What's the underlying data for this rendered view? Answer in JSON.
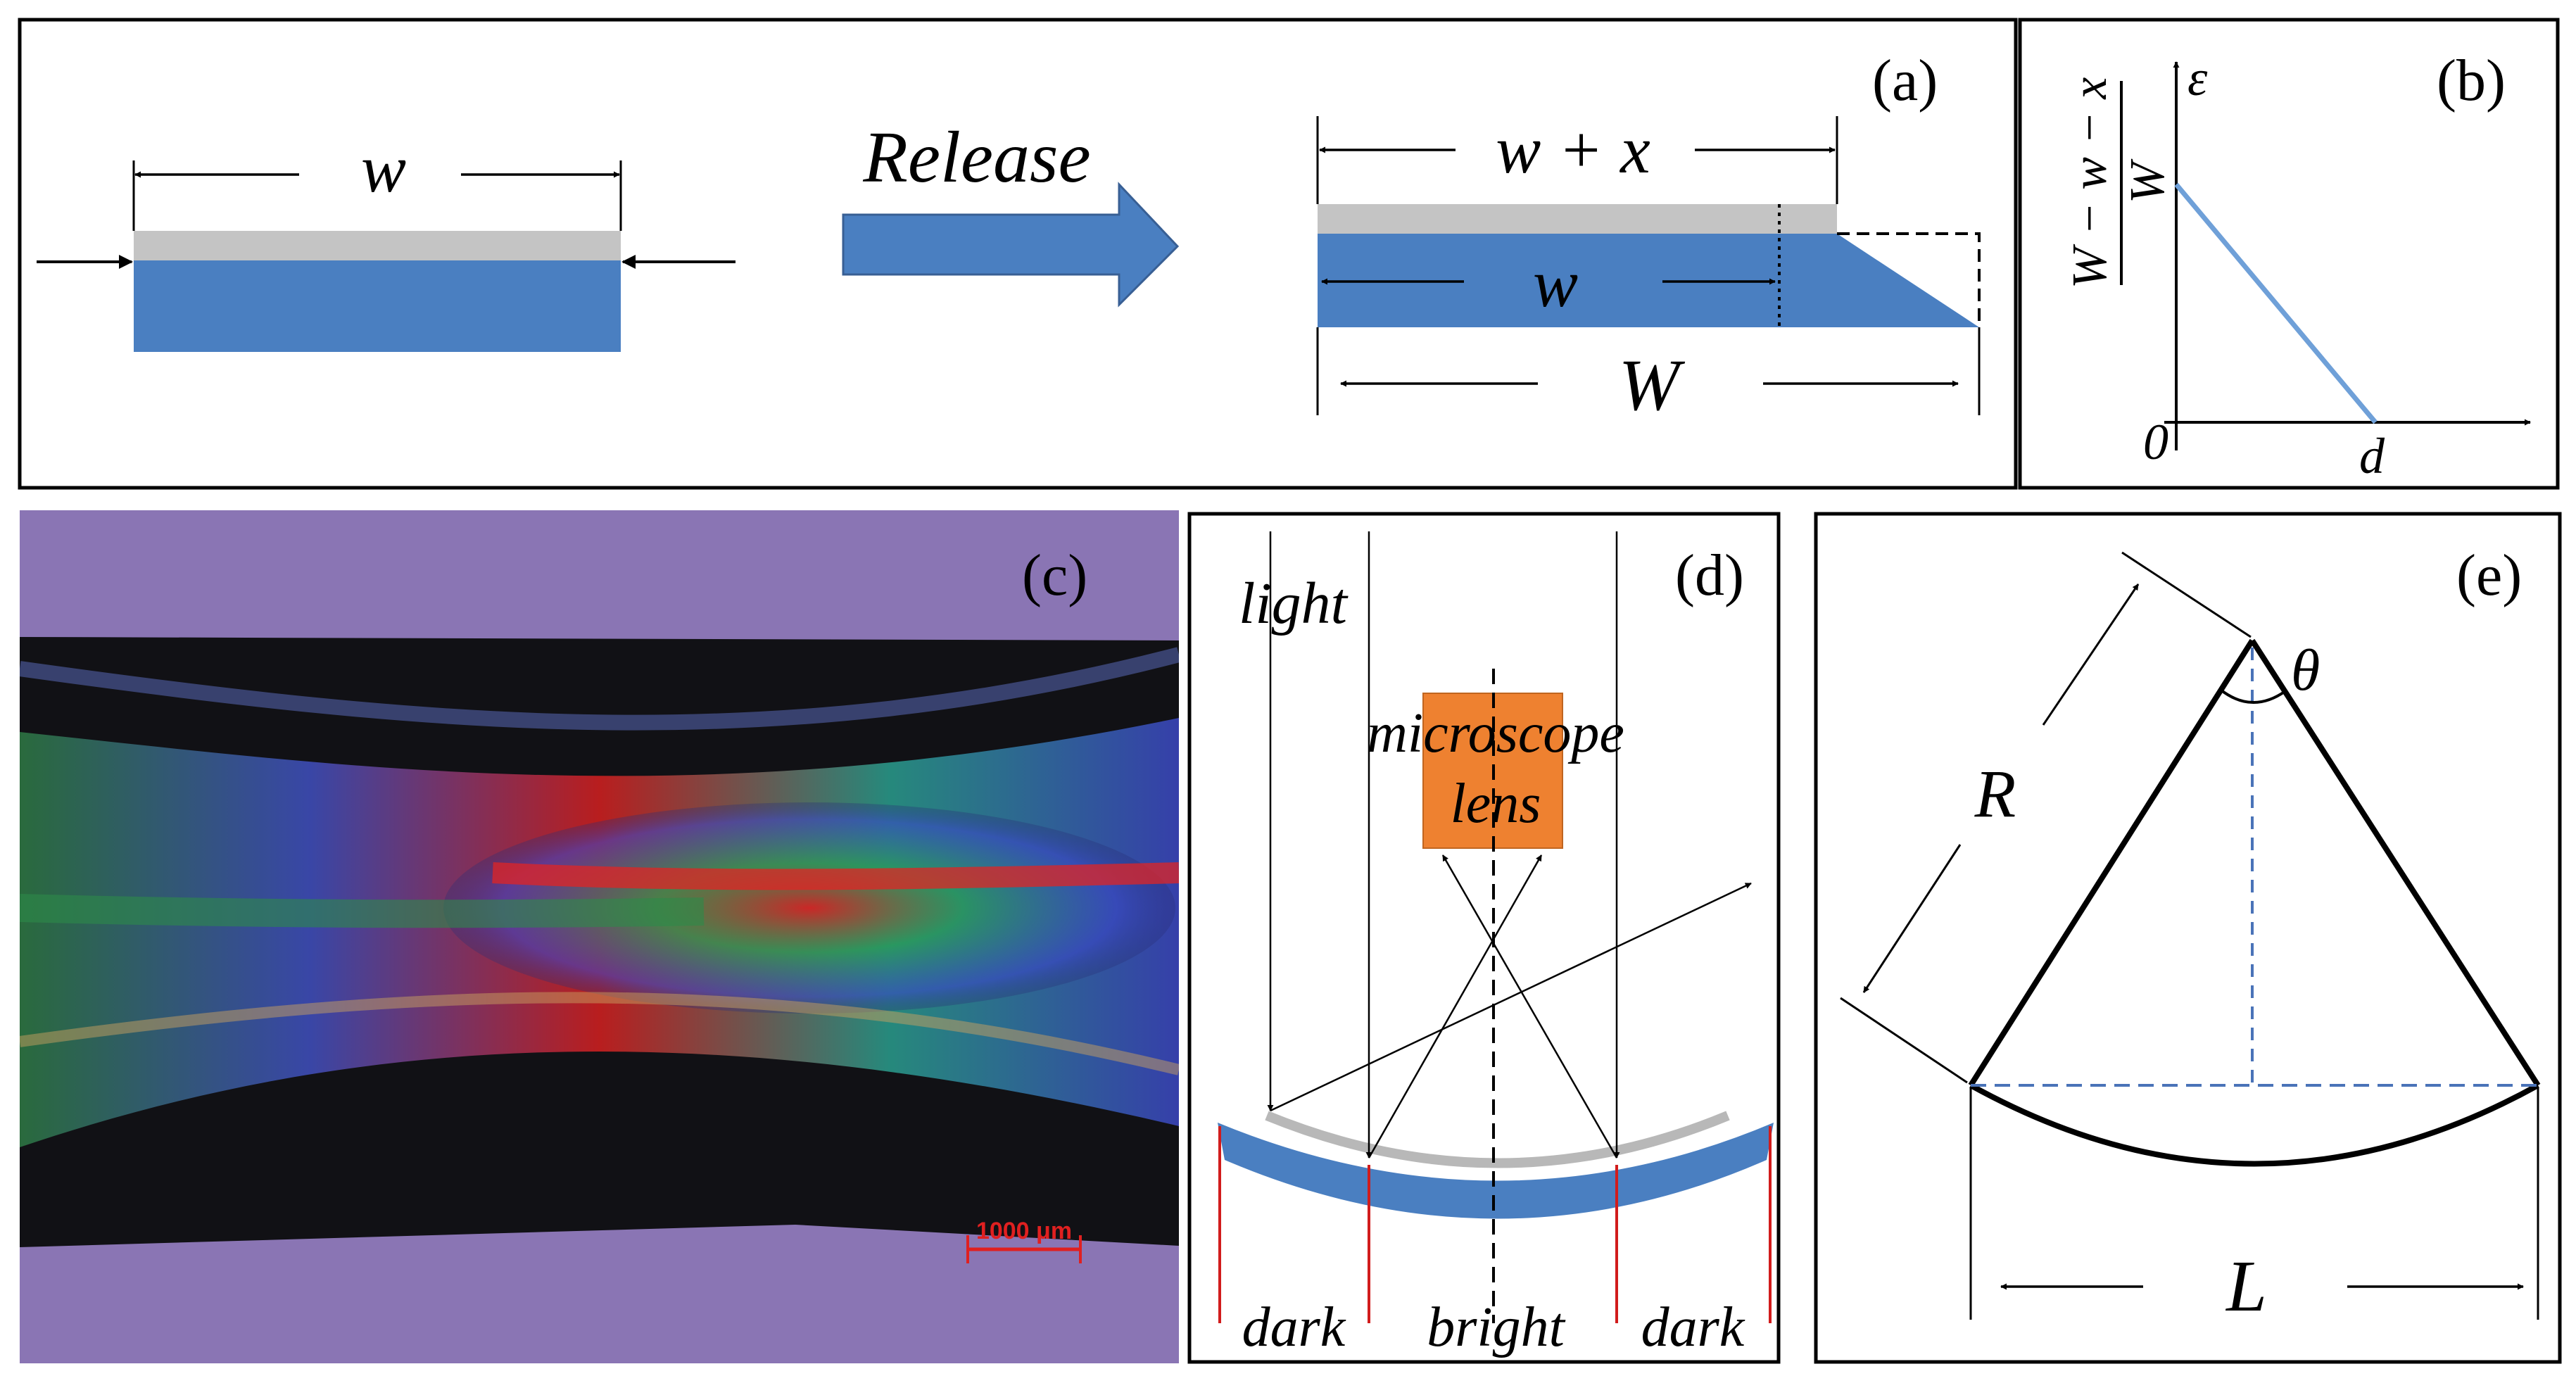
{
  "panels": {
    "a": {
      "label": "(a)",
      "arrow_label": "Release",
      "w_label": "w",
      "wx_label": "w + x",
      "w_inner_label": "w",
      "W_label": "W"
    },
    "b": {
      "label": "(b)",
      "y_axis_label": "ε",
      "y_tick_label": "W",
      "y_fraction_numerator": "W − w − x",
      "origin_label": "0",
      "x_tick_label": "d"
    },
    "c": {
      "label": "(c)",
      "scale_bar_label": "1000 μm"
    },
    "d": {
      "label": "(d)",
      "light_label": "light",
      "lens_line1": "microscope",
      "lens_line2": "lens",
      "dark_left": "dark",
      "bright": "bright",
      "dark_right": "dark"
    },
    "e": {
      "label": "(e)",
      "theta_label": "θ",
      "R_label": "R",
      "L_label": "L"
    }
  },
  "colors": {
    "substrate_blue": "#4a7fc1",
    "film_gray": "#c4c4c4",
    "lens_orange": "#ee8130",
    "plot_line": "#6fa0d8",
    "dashed_blue": "#4a73b8",
    "boundary_red": "#d11c1c",
    "photo_background": "#8a75b4"
  }
}
